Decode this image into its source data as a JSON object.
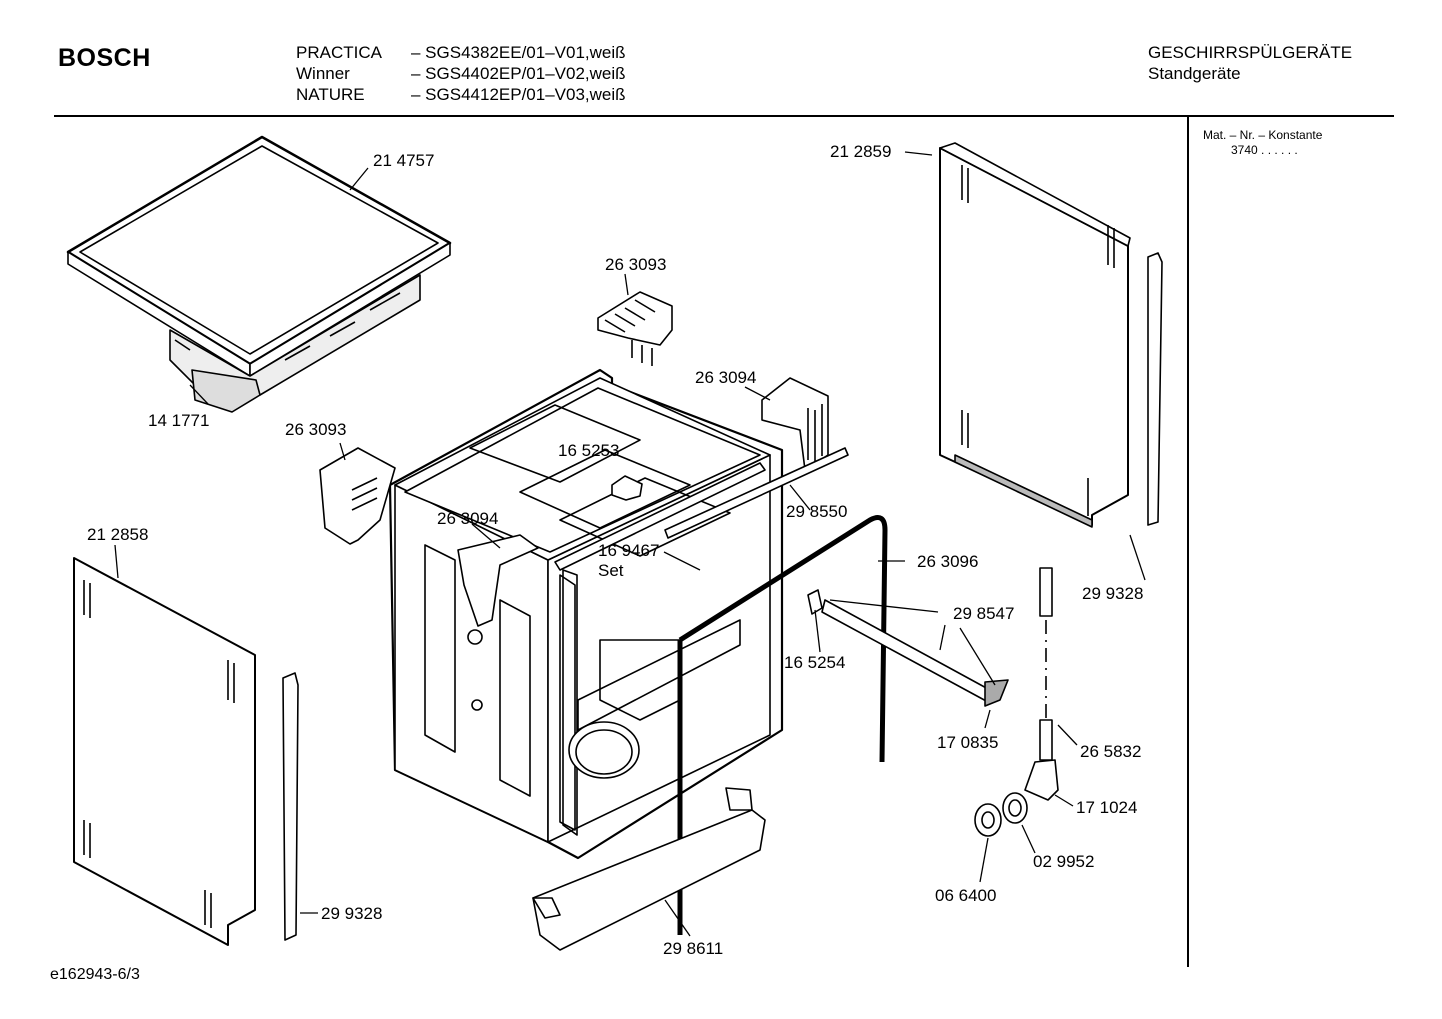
{
  "header": {
    "brand": "BOSCH",
    "models": [
      {
        "name": "PRACTICA",
        "code": "– SGS4382EE/01–V01,weiß"
      },
      {
        "name": "Winner",
        "code": "– SGS4402EP/01–V02,weiß"
      },
      {
        "name": "NATURE",
        "code": "– SGS4412EP/01–V03,weiß"
      }
    ],
    "category_line1": "GESCHIRRSPÜLGERÄTE",
    "category_line2": "Standgeräte"
  },
  "constant": {
    "label": "Mat. – Nr. – Konstante",
    "value": "3740 . .   . . . ."
  },
  "parts": {
    "p214757": "21 4757",
    "p141771": "14 1771",
    "p263093a": "26 3093",
    "p263093b": "26 3093",
    "p263094a": "26 3094",
    "p263094b": "26 3094",
    "p165253": "16 5253",
    "p212859": "21 2859",
    "p212858": "21 2858",
    "p298550": "29 8550",
    "p169467": "16 9467",
    "p169467set": "Set",
    "p263096": "26 3096",
    "p299328a": "29 9328",
    "p299328b": "29 9328",
    "p298547": "29 8547",
    "p165254": "16 5254",
    "p170835": "17 0835",
    "p265832": "26 5832",
    "p171024": "17 1024",
    "p029952": "02 9952",
    "p066400": "06 6400",
    "p298611": "29 8611"
  },
  "footer": {
    "code": "e162943-6/3"
  }
}
